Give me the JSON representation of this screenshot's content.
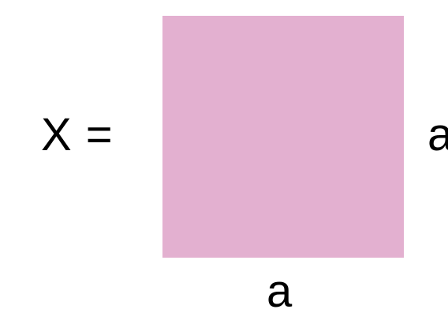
{
  "equation": {
    "variable": "X",
    "equals": "="
  },
  "square": {
    "side_right_label": "a",
    "side_bottom_label": "a",
    "fill_color": "#e3b0d0"
  }
}
